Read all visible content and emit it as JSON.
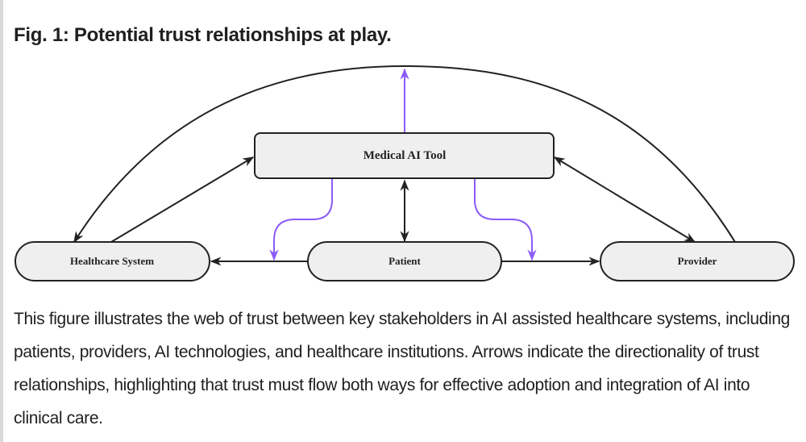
{
  "figure": {
    "title": "Fig. 1: Potential trust relationships at play.",
    "nodes": {
      "medical_ai_tool": "Medical AI Tool",
      "healthcare_system": "Healthcare System",
      "patient": "Patient",
      "provider": "Provider"
    },
    "colors": {
      "node_fill": "#efefef",
      "stroke": "#222222",
      "purple_accent": "#8b5cf6"
    },
    "edges": [
      {
        "from": "Healthcare System",
        "to": "Medical AI Tool",
        "style": "black"
      },
      {
        "from": "Medical AI Tool",
        "to": "Provider",
        "style": "black"
      },
      {
        "from": "Provider",
        "to": "Medical AI Tool",
        "style": "black"
      },
      {
        "from": "Provider",
        "to": "Healthcare System",
        "style": "black-arc"
      },
      {
        "from": "Medical AI Tool",
        "to": "Patient",
        "style": "black-bidirectional"
      },
      {
        "from": "Patient",
        "to": "Healthcare System",
        "style": "black"
      },
      {
        "from": "Patient",
        "to": "Provider",
        "style": "black"
      },
      {
        "from": "Medical AI Tool",
        "to": "Arc (up)",
        "style": "purple"
      },
      {
        "from": "Medical AI Tool",
        "to": "Patient-Healthcare System edge",
        "style": "purple"
      },
      {
        "from": "Medical AI Tool",
        "to": "Patient-Provider edge",
        "style": "purple"
      }
    ],
    "caption": "This figure illustrates the web of trust between key stakeholders in AI assisted healthcare systems, including patients, providers, AI technologies, and healthcare institutions. Arrows indicate the directionality of trust relationships, highlighting that trust must flow both ways for effective adoption and integration of AI into clinical care."
  }
}
